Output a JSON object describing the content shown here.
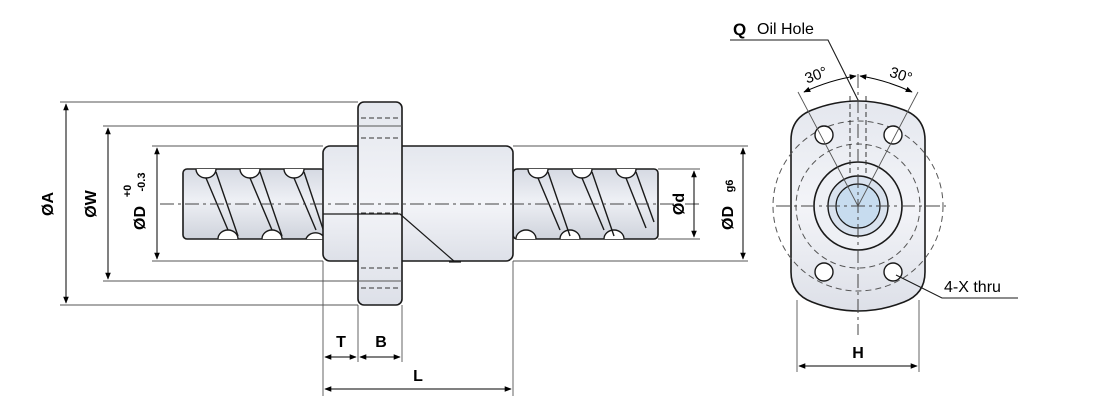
{
  "side_view": {
    "dims": {
      "phi_a": "ØA",
      "phi_w": "ØW",
      "phi_d_tol": "ØD",
      "tol_upper": "+0",
      "tol_lower": "-0.3",
      "phi_d_small": "Ød",
      "phi_d_g6": "ØD",
      "g6": "g6",
      "t": "T",
      "b": "B",
      "l": "L"
    }
  },
  "end_view": {
    "oil_hole_q": "Q",
    "oil_hole_label": "Oil Hole",
    "angle_left": "30°",
    "angle_right": "30°",
    "holes_label": "4-X thru",
    "width_h": "H"
  },
  "colors": {
    "body_fill": "#e6e9f0",
    "bore_fill": "#c7dcef",
    "line": "#1a1a1a",
    "centerline": "#444444"
  }
}
